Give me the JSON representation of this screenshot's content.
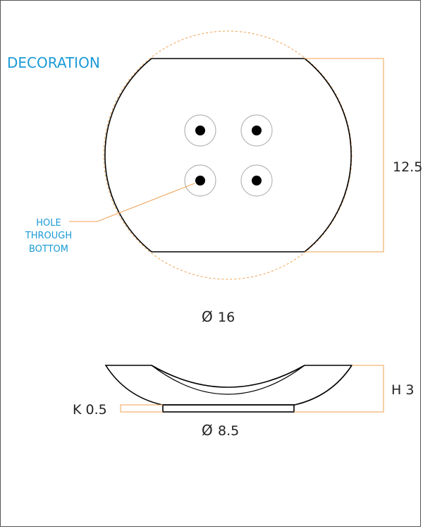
{
  "title": "DECORATION",
  "callout": {
    "line1": "HOLE",
    "line2": "THROUGH",
    "line3": "BOTTOM"
  },
  "dimensions": {
    "height_top_view": "12.5",
    "diameter_outer": "16",
    "height_side": "H 3",
    "k_offset": "K 0.5",
    "diameter_base": "8.5",
    "diameter_symbol": "Ø"
  },
  "colors": {
    "text_blue": "#1a9ad6",
    "dimension_orange": "#f0a050",
    "outline": "#000000",
    "hole_ring": "#aaaaaa",
    "dim_text": "#222222"
  }
}
